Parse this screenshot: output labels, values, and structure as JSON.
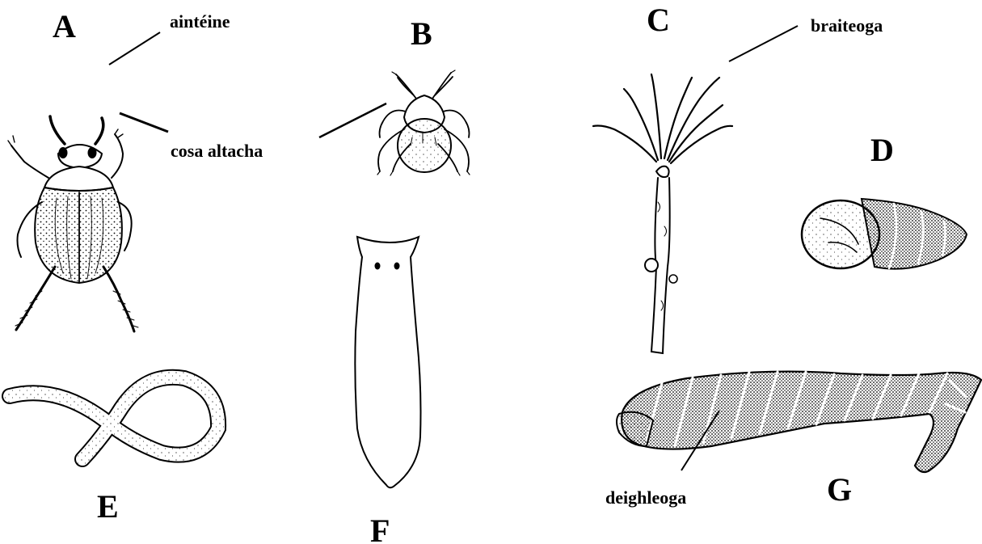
{
  "panels": {
    "a": "A",
    "b": "B",
    "c": "C",
    "d": "D",
    "e": "E",
    "f": "F",
    "g": "G"
  },
  "labels": {
    "antennae": "aintéine",
    "legs": "cosa altacha",
    "tentacles": "braiteoga",
    "bristles": "deighleoga"
  },
  "colors": {
    "ink": "#000000",
    "background": "#ffffff"
  }
}
